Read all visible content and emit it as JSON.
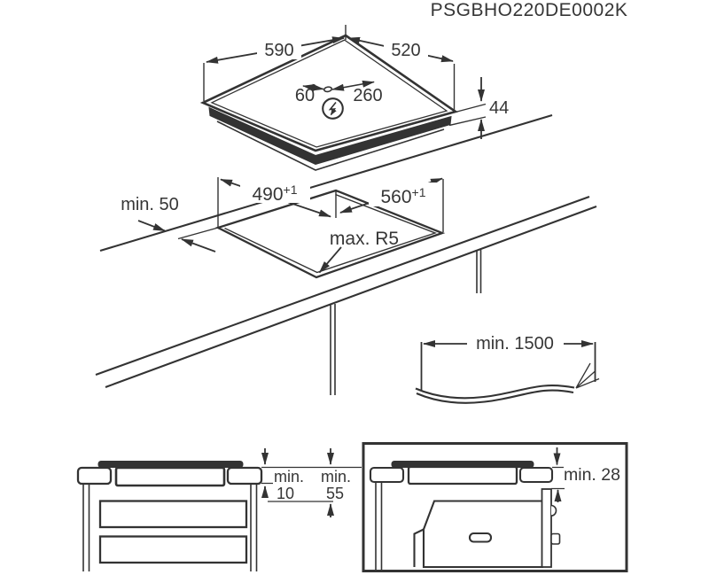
{
  "title": "PSGBHO220DE0002K",
  "colors": {
    "ink": "#333333",
    "background": "#ffffff"
  },
  "icons": {
    "power_connection": "lightning-bolt"
  },
  "hob": {
    "width": "590",
    "depth": "520",
    "height": "44",
    "connection_left_offset": "60",
    "connection_right_offset": "260"
  },
  "cutout": {
    "front_clearance": "min. 50",
    "depth": "490",
    "depth_tol": "+1",
    "width": "560",
    "width_tol": "+1",
    "corner_radius": "max. R5"
  },
  "cable": {
    "min_length": "min. 1500"
  },
  "drawer_clearance": {
    "below_hob_label": "min.",
    "below_hob_value": "10",
    "below_worktop_label": "min.",
    "below_worktop_value": "55"
  },
  "oven_clearance": {
    "value": "min. 28"
  }
}
